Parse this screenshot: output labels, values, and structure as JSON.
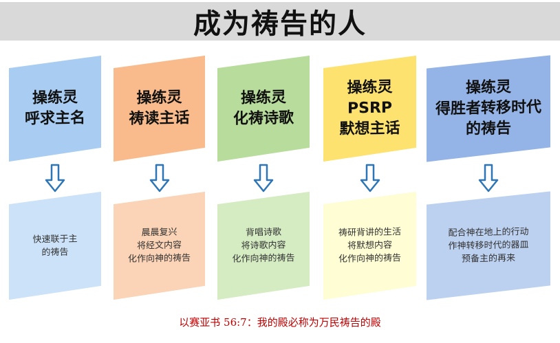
{
  "title": "成为祷告的人",
  "colors": {
    "top": [
      "#a9cdf2",
      "#f9bb8c",
      "#b7dc9b",
      "#fde26f",
      "#94b3e6"
    ],
    "bottom": [
      "#cce2f8",
      "#fbd3b6",
      "#d5ecc3",
      "#fefdd3",
      "#bcd0f0"
    ],
    "arrow": "#2e75b6"
  },
  "steps": [
    {
      "top": [
        "操练灵",
        "呼求主名"
      ],
      "bottom": [
        "快速联于主",
        "的祷告"
      ]
    },
    {
      "top": [
        "操练灵",
        "祷读主话"
      ],
      "bottom": [
        "晨晨复兴",
        "将经文内容",
        "化作向神的祷告"
      ]
    },
    {
      "top": [
        "操练灵",
        "化祷诗歌"
      ],
      "bottom": [
        "背唱诗歌",
        "将诗歌内容",
        "化作向神的祷告"
      ]
    },
    {
      "top": [
        "操练灵",
        "PSRP",
        "默想主话"
      ],
      "bottom": [
        "祷研背讲的生活",
        "将默想内容",
        "化作向神的祷告"
      ]
    },
    {
      "top": [
        "操练灵",
        "得胜者转移时代",
        "的祷告"
      ],
      "bottom": [
        "配合神在地上的行动",
        "作神转移时代的器皿",
        "预备主的再来"
      ]
    }
  ],
  "caption": "以赛亚书 56:7：我的殿必称为万民祷告的殿"
}
